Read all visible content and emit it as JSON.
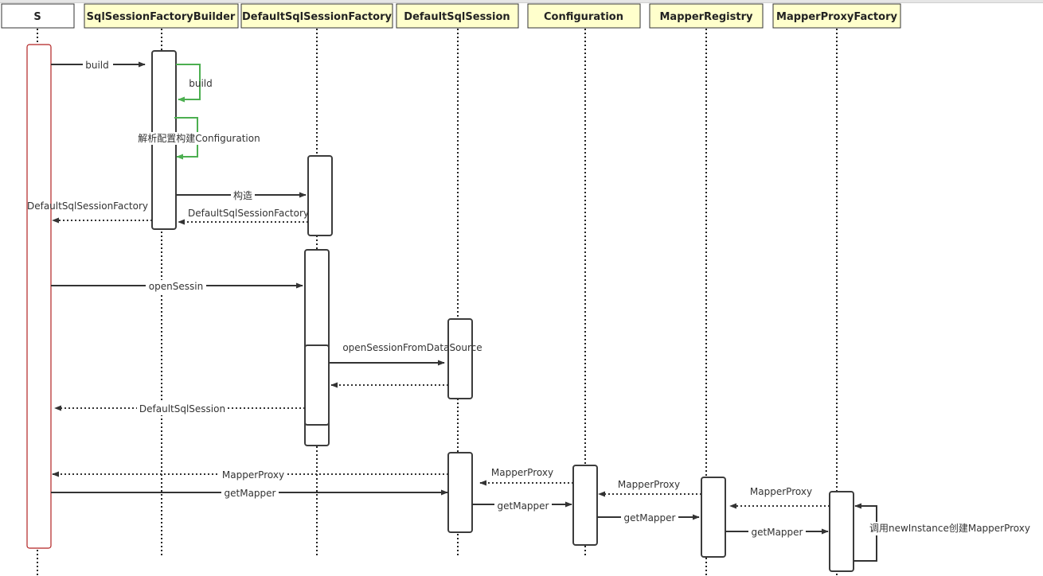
{
  "diagram": {
    "type": "sequence-diagram",
    "colors": {
      "header_fill": "#ffffcc",
      "header_first_fill": "#ffffff",
      "activation_stroke": "#3c3c3c",
      "client_activation_stroke": "#b22222",
      "self_call_green": "#4caf50",
      "arrow": "#333333"
    },
    "participants": [
      {
        "id": "s",
        "label": "S"
      },
      {
        "id": "ssfb",
        "label": "SqlSessionFactoryBuilder"
      },
      {
        "id": "dssf",
        "label": "DefaultSqlSessionFactory"
      },
      {
        "id": "dss",
        "label": "DefaultSqlSession"
      },
      {
        "id": "cfg",
        "label": "Configuration"
      },
      {
        "id": "mr",
        "label": "MapperRegistry"
      },
      {
        "id": "mpf",
        "label": "MapperProxyFactory"
      }
    ],
    "messages": [
      {
        "from": "S",
        "to": "SqlSessionFactoryBuilder",
        "kind": "call",
        "label": "build"
      },
      {
        "from": "SqlSessionFactoryBuilder",
        "to": "SqlSessionFactoryBuilder",
        "kind": "self-call",
        "label": "build"
      },
      {
        "from": "SqlSessionFactoryBuilder",
        "to": "SqlSessionFactoryBuilder",
        "kind": "self-call",
        "label": "解析配置构建Configuration"
      },
      {
        "from": "SqlSessionFactoryBuilder",
        "to": "DefaultSqlSessionFactory",
        "kind": "call",
        "label": "构造"
      },
      {
        "from": "DefaultSqlSessionFactory",
        "to": "SqlSessionFactoryBuilder",
        "kind": "return",
        "label": "DefaultSqlSessionFactory"
      },
      {
        "from": "SqlSessionFactoryBuilder",
        "to": "S",
        "kind": "return",
        "label": "DefaultSqlSessionFactory"
      },
      {
        "from": "S",
        "to": "DefaultSqlSessionFactory",
        "kind": "call",
        "label": "openSessin"
      },
      {
        "from": "DefaultSqlSessionFactory",
        "to": "DefaultSqlSession",
        "kind": "call",
        "label": "openSessionFromDataSource"
      },
      {
        "from": "DefaultSqlSession",
        "to": "DefaultSqlSessionFactory",
        "kind": "return",
        "label": ""
      },
      {
        "from": "DefaultSqlSessionFactory",
        "to": "S",
        "kind": "return",
        "label": "DefaultSqlSession"
      },
      {
        "from": "S",
        "to": "DefaultSqlSession",
        "kind": "call",
        "label": "getMapper"
      },
      {
        "from": "DefaultSqlSession",
        "to": "Configuration",
        "kind": "call",
        "label": "getMapper"
      },
      {
        "from": "Configuration",
        "to": "MapperRegistry",
        "kind": "call",
        "label": "getMapper"
      },
      {
        "from": "MapperRegistry",
        "to": "MapperProxyFactory",
        "kind": "call",
        "label": "getMapper"
      },
      {
        "from": "MapperProxyFactory",
        "to": "MapperProxyFactory",
        "kind": "self-call",
        "label": "调用newInstance创建MapperProxy"
      },
      {
        "from": "MapperProxyFactory",
        "to": "MapperRegistry",
        "kind": "return",
        "label": "MapperProxy"
      },
      {
        "from": "MapperRegistry",
        "to": "Configuration",
        "kind": "return",
        "label": "MapperProxy"
      },
      {
        "from": "Configuration",
        "to": "DefaultSqlSession",
        "kind": "return",
        "label": "MapperProxy"
      },
      {
        "from": "DefaultSqlSession",
        "to": "S",
        "kind": "return",
        "label": "MapperProxy"
      }
    ]
  }
}
